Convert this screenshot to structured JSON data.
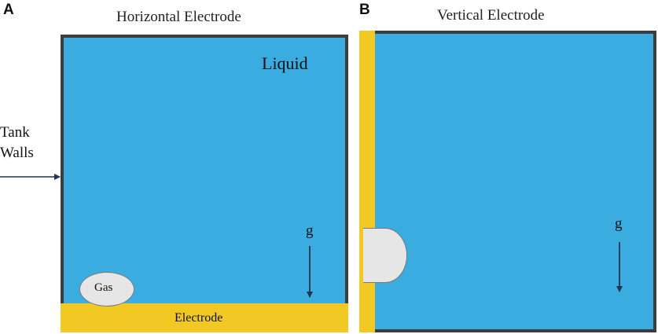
{
  "panels": [
    {
      "letter": "A",
      "title": "Horizontal Electrode",
      "liquid_label": "Liquid",
      "gas_label": "Gas",
      "electrode_label": "Electrode",
      "gravity_label": "g",
      "walls_label_line1": "Tank",
      "walls_label_line2": "Walls"
    },
    {
      "letter": "B",
      "title": "Vertical Electrode",
      "gravity_label": "g"
    }
  ],
  "colors": {
    "liquid": "#3aace0",
    "tank_wall": "#3d3d3d",
    "electrode": "#f2c822",
    "gas": "#e6e6e6",
    "arrow": "#1f3554"
  }
}
